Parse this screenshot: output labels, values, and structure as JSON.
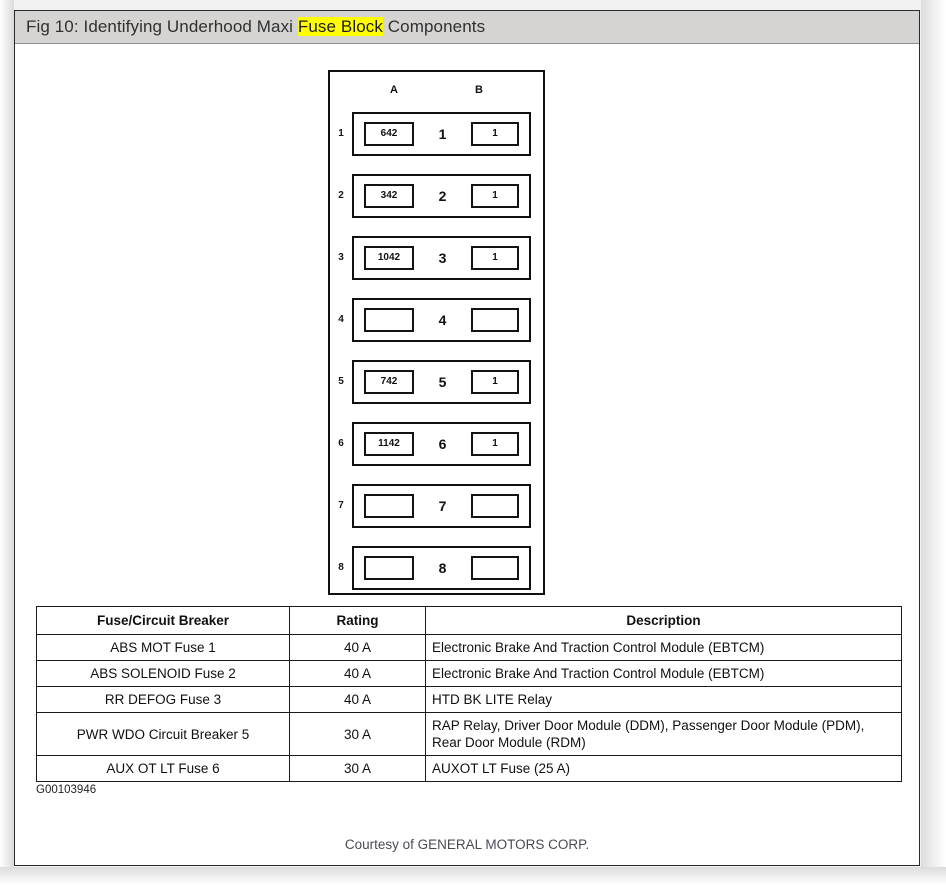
{
  "header": {
    "title_pre": "Fig 10: Identifying Underhood Maxi ",
    "title_highlight": "Fuse Block",
    "title_post": " Components"
  },
  "diagram": {
    "column_headers": {
      "a": "A",
      "b": "B"
    },
    "rows": [
      {
        "index": "1",
        "slot_a": "642",
        "center": "1",
        "slot_b": "1"
      },
      {
        "index": "2",
        "slot_a": "342",
        "center": "2",
        "slot_b": "1"
      },
      {
        "index": "3",
        "slot_a": "1042",
        "center": "3",
        "slot_b": "1"
      },
      {
        "index": "4",
        "slot_a": "",
        "center": "4",
        "slot_b": ""
      },
      {
        "index": "5",
        "slot_a": "742",
        "center": "5",
        "slot_b": "1"
      },
      {
        "index": "6",
        "slot_a": "1142",
        "center": "6",
        "slot_b": "1"
      },
      {
        "index": "7",
        "slot_a": "",
        "center": "7",
        "slot_b": ""
      },
      {
        "index": "8",
        "slot_a": "",
        "center": "8",
        "slot_b": ""
      }
    ]
  },
  "table": {
    "headers": {
      "name": "Fuse/Circuit Breaker",
      "rating": "Rating",
      "description": "Description"
    },
    "rows": [
      {
        "name": "ABS MOT Fuse 1",
        "rating": "40 A",
        "description": "Electronic Brake And Traction Control Module (EBTCM)"
      },
      {
        "name": "ABS SOLENOID Fuse 2",
        "rating": "40 A",
        "description": "Electronic Brake And Traction Control Module (EBTCM)"
      },
      {
        "name": "RR DEFOG Fuse 3",
        "rating": "40 A",
        "description": "HTD BK LITE Relay"
      },
      {
        "name": "PWR WDO Circuit Breaker 5",
        "rating": "30 A",
        "description": "RAP Relay, Driver Door Module (DDM), Passenger Door Module (PDM), Rear Door Module (RDM)"
      },
      {
        "name": "AUX OT LT Fuse 6",
        "rating": "30 A",
        "description": "AUXOT LT Fuse (25 A)"
      }
    ]
  },
  "figure_id": "G00103946",
  "courtesy": "Courtesy of GENERAL MOTORS CORP.",
  "colors": {
    "title_bar": "#d6d4d2",
    "highlight": "#ffff00",
    "ink": "#101010",
    "page": "#ffffff"
  }
}
